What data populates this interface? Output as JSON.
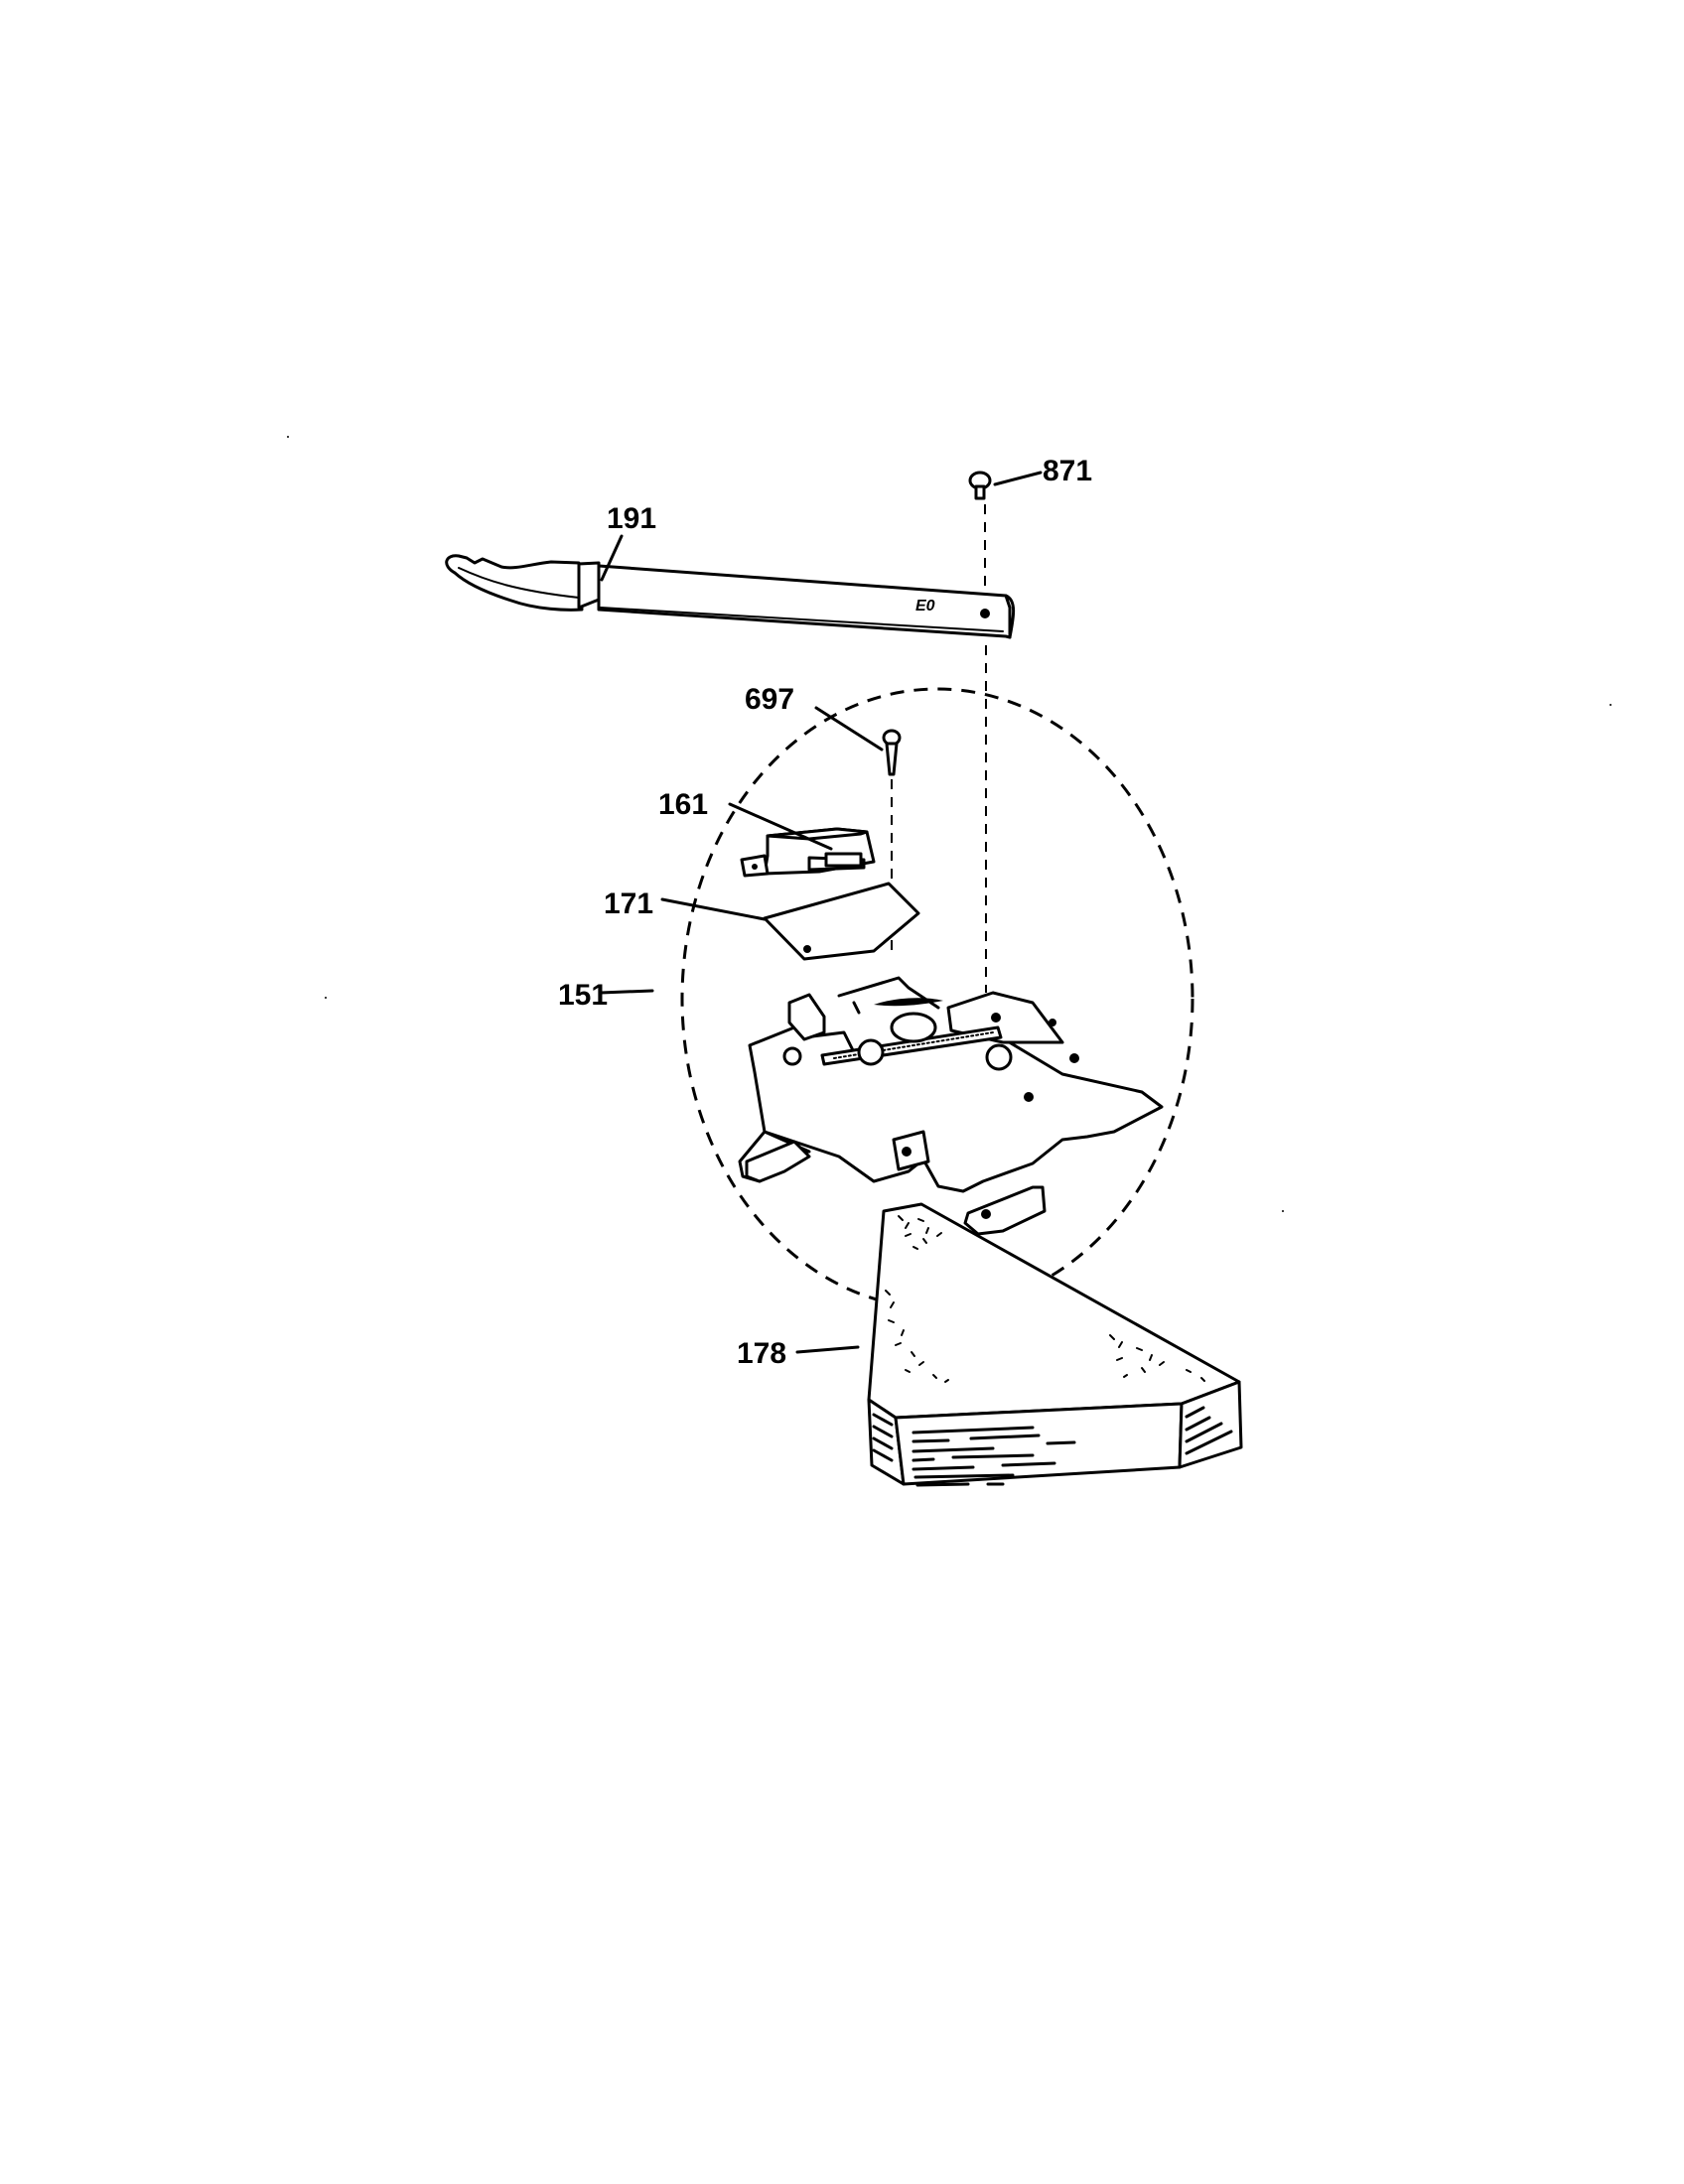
{
  "diagram": {
    "type": "exploded parts diagram",
    "callouts": [
      {
        "id": "871",
        "label": "871"
      },
      {
        "id": "191",
        "label": "191"
      },
      {
        "id": "697",
        "label": "697"
      },
      {
        "id": "161",
        "label": "161"
      },
      {
        "id": "171",
        "label": "171"
      },
      {
        "id": "151",
        "label": "151"
      },
      {
        "id": "178",
        "label": "178"
      }
    ],
    "bracket_stamp": "E0"
  }
}
